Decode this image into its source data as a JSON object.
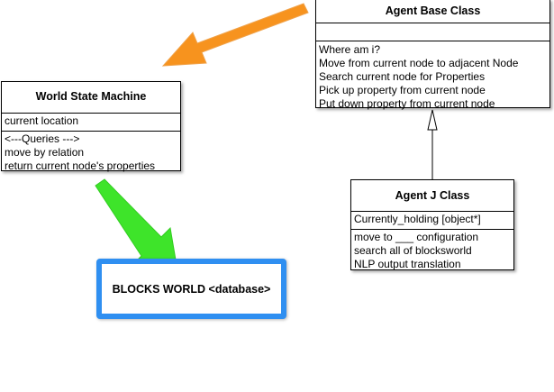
{
  "diagram": {
    "agent_base_class": {
      "title": "Agent Base Class",
      "attributes": [],
      "operations": [
        "Where am i?",
        "Move from current node to adjacent Node",
        "Search current node for Properties",
        "Pick up property from current node",
        "Put down property from current node"
      ]
    },
    "world_state_machine": {
      "title": "World State Machine",
      "attributes": [
        "current location"
      ],
      "operations": [
        "<---Queries --->",
        "move by relation",
        "return current node's properties"
      ]
    },
    "agent_j_class": {
      "title": "Agent J Class",
      "attributes": [
        "Currently_holding [object*]"
      ],
      "operations": [
        "move to ___ configuration",
        "search all of blocksworld",
        "NLP output translation"
      ]
    },
    "blocks_world": {
      "label": "BLOCKS WORLD <database>"
    }
  },
  "colors": {
    "orange_arrow": "#f7931e",
    "green_arrow": "#3ee42a",
    "blocks_border": "#2f8ff1"
  }
}
